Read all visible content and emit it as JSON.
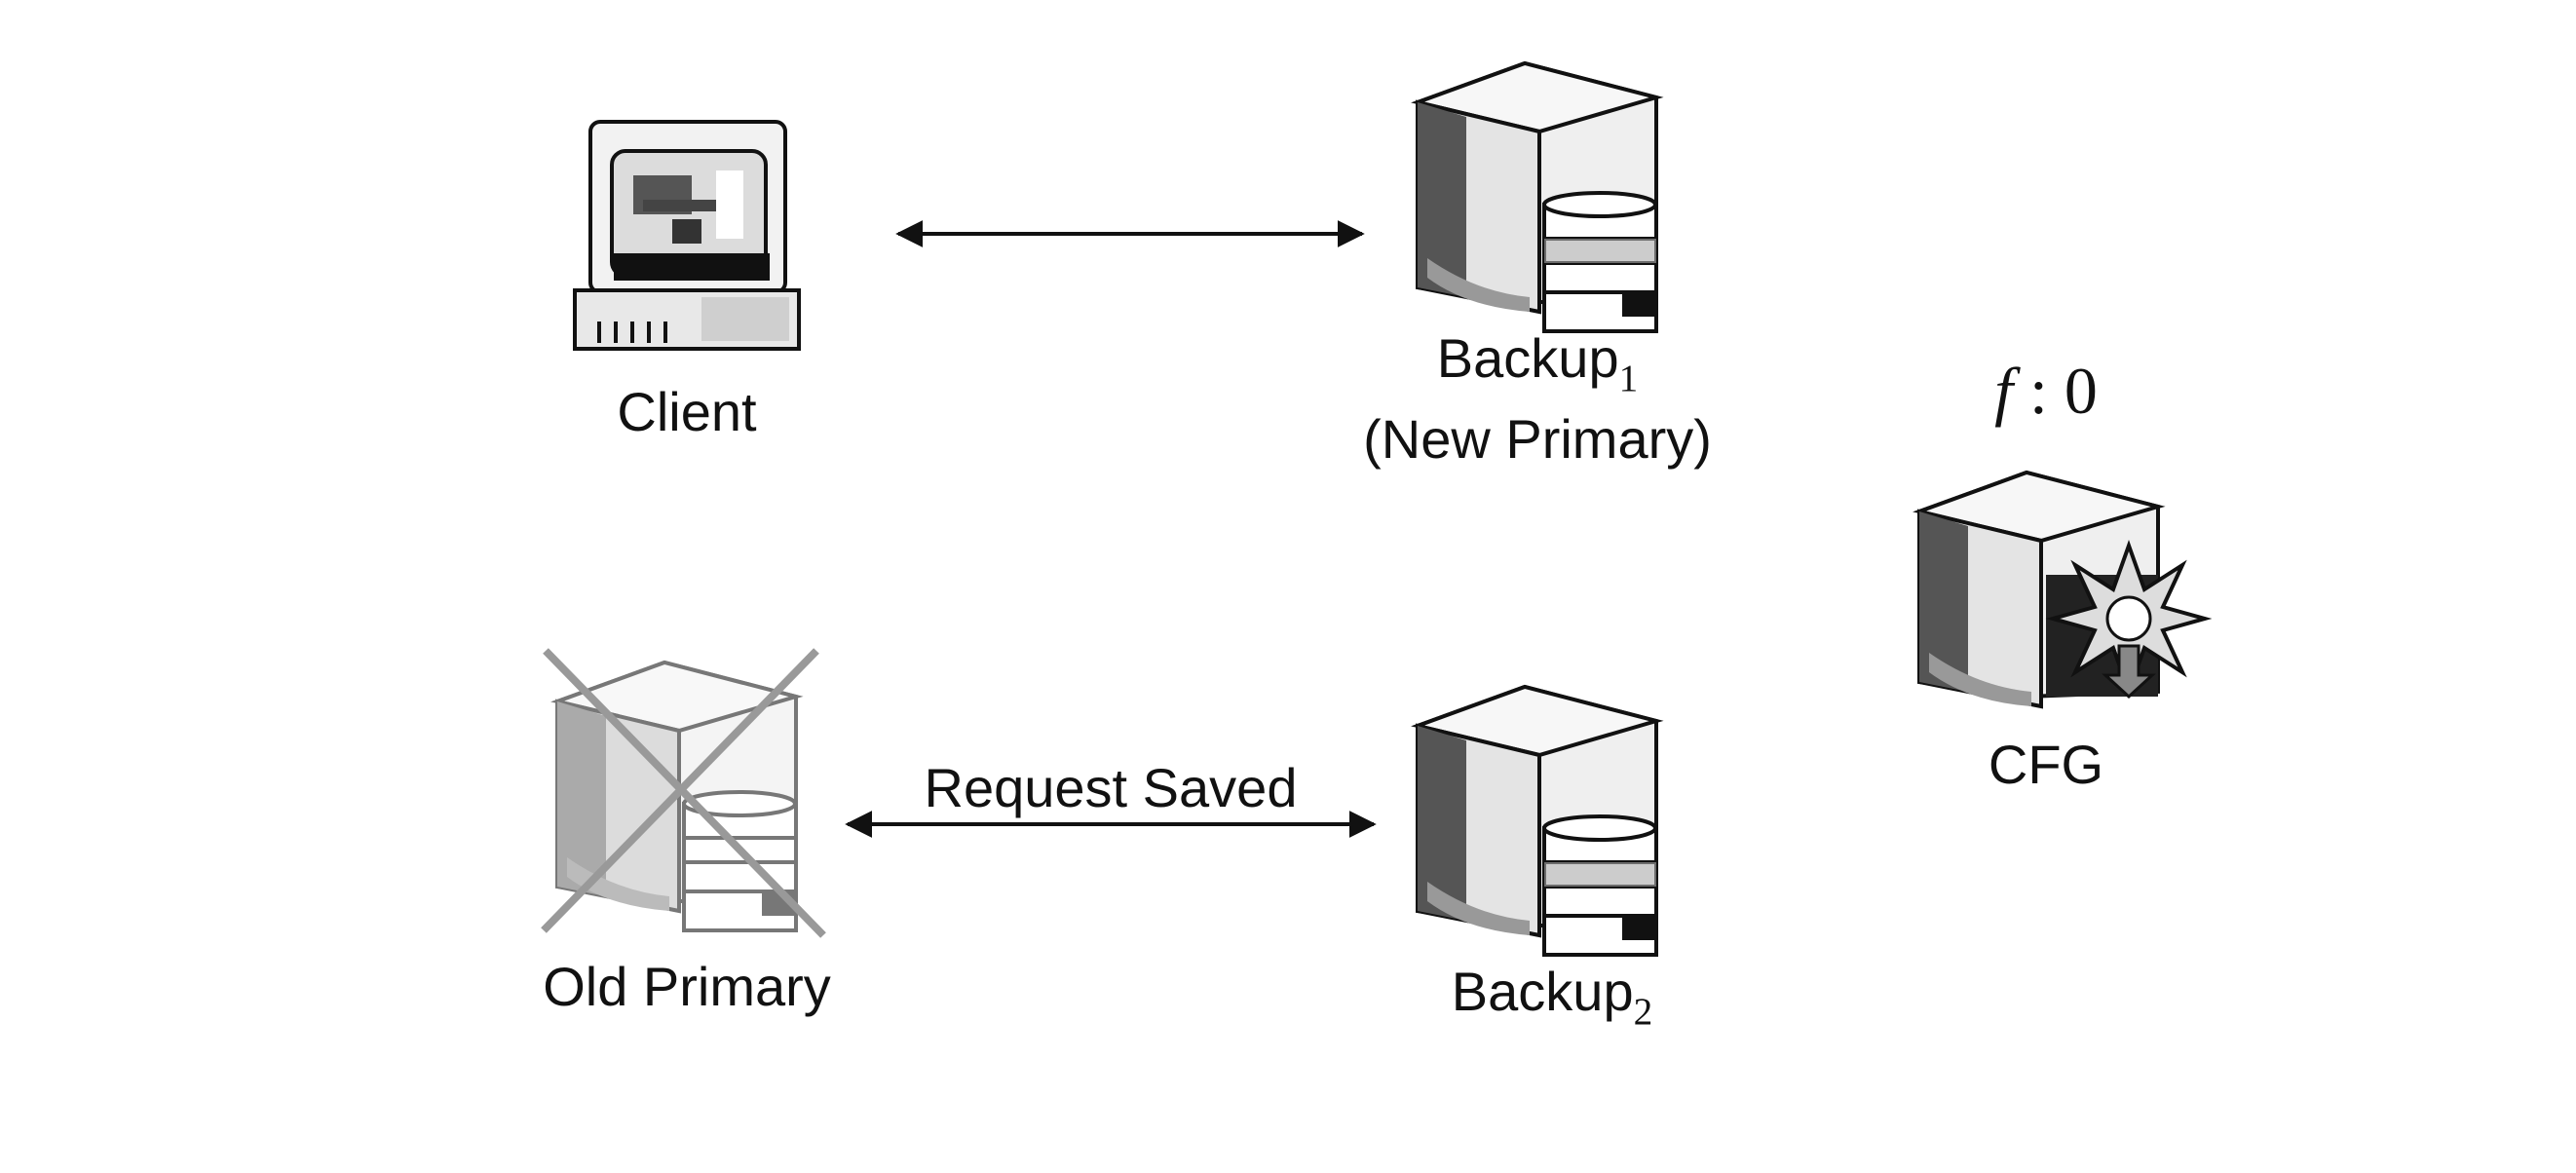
{
  "nodes": {
    "client": {
      "label": "Client",
      "icon": "computer-icon"
    },
    "backup1": {
      "label": "Backup",
      "subscript": "1",
      "role": "(New Primary)",
      "icon": "database-server-icon"
    },
    "old_primary": {
      "label": "Old Primary",
      "icon": "failed-database-server-icon",
      "status": "failed"
    },
    "backup2": {
      "label": "Backup",
      "subscript": "2",
      "icon": "database-server-icon"
    },
    "cfg": {
      "label": "CFG",
      "annotation_var": "f",
      "annotation_sep": " : ",
      "annotation_val": "0",
      "icon": "config-server-icon"
    }
  },
  "edges": [
    {
      "from": "client",
      "to": "backup1",
      "label": ""
    },
    {
      "from": "old_primary",
      "to": "backup2",
      "label": "Request Saved"
    }
  ],
  "colors": {
    "ink": "#111111",
    "failed_cross": "#999999"
  }
}
